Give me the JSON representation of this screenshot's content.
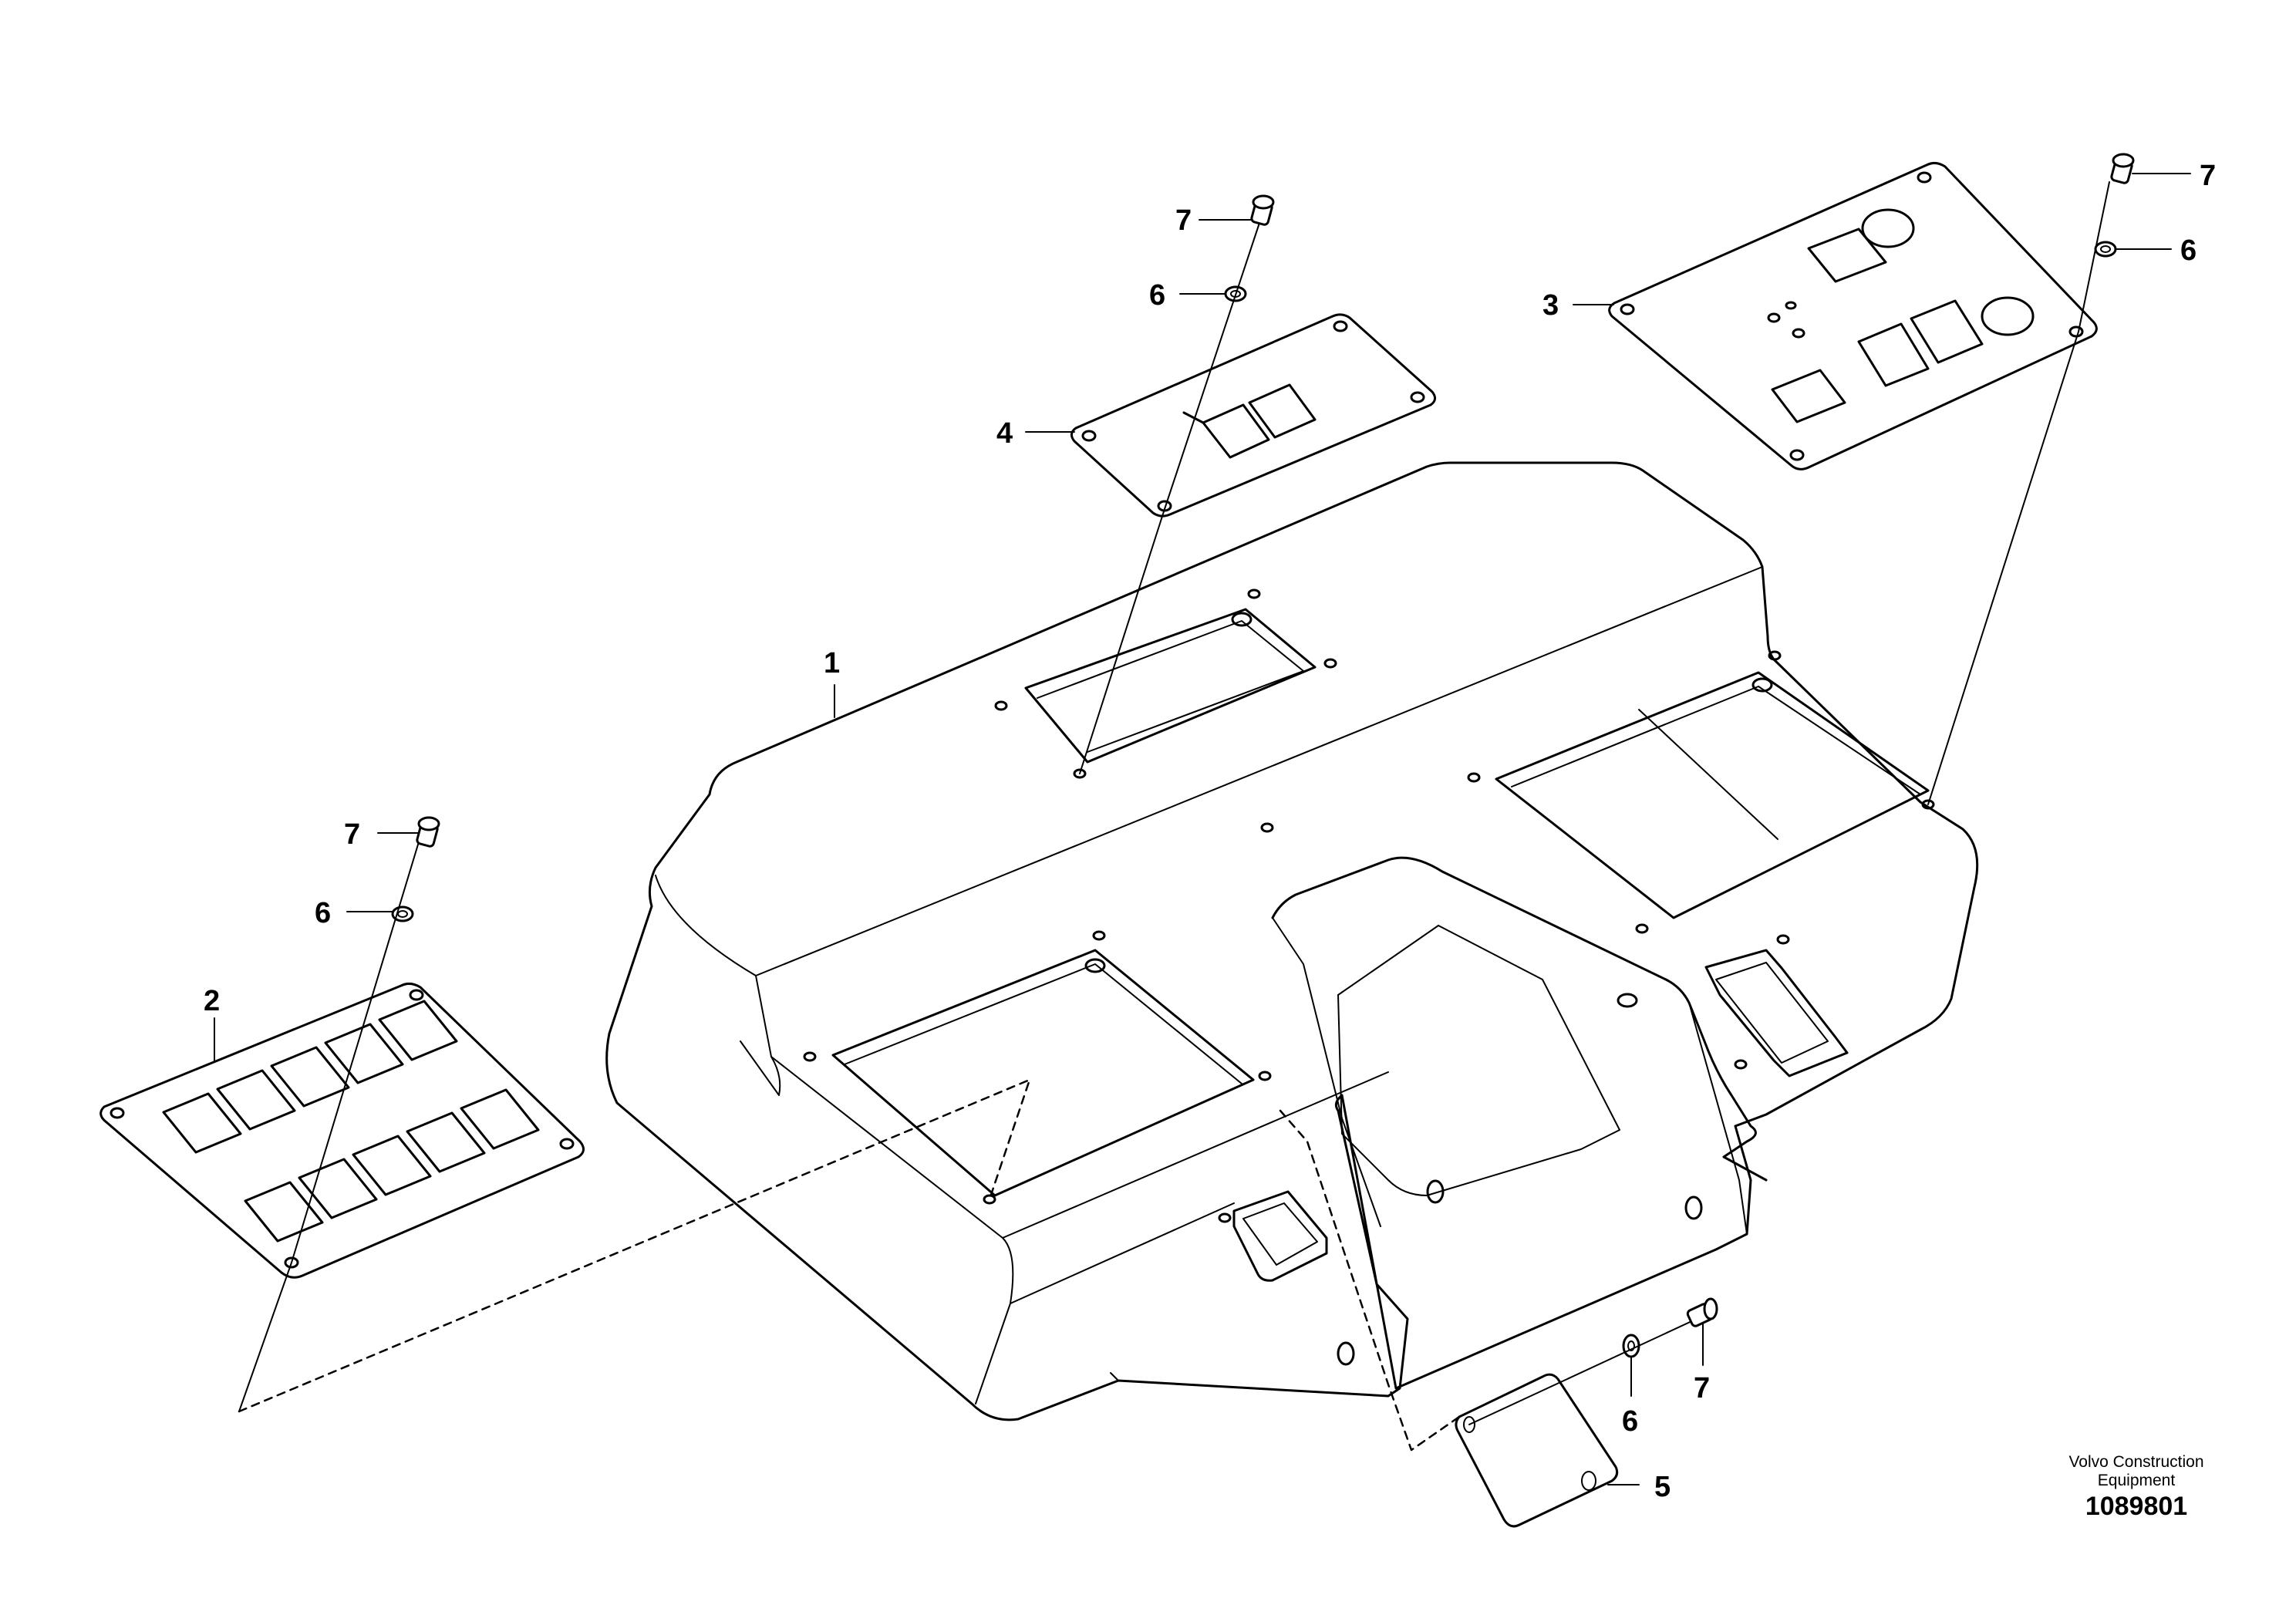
{
  "callouts": {
    "panel_main": "1",
    "plate_switch_large": "2",
    "plate_instrument": "3",
    "plate_switch_small": "4",
    "cover_plate": "5",
    "washer": "6",
    "screw": "7"
  },
  "credit": {
    "line1": "Volvo Construction",
    "line2": "Equipment",
    "drawing_number": "1089801"
  },
  "icons": [
    "screw-icon",
    "washer-icon"
  ]
}
